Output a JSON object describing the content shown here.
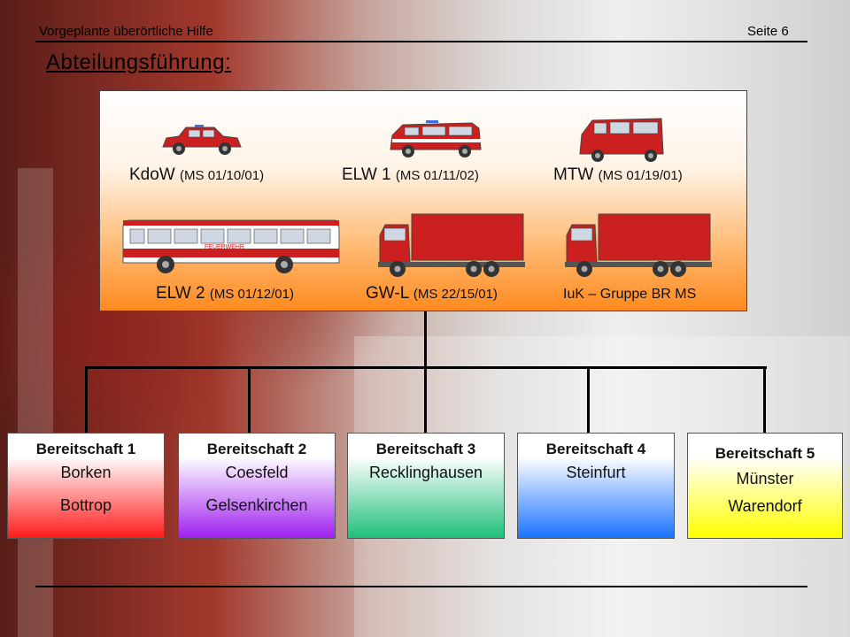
{
  "header": {
    "left": "Vorgeplante überörtliche Hilfe",
    "right": "Seite 6"
  },
  "title": "Abteilungsführung:",
  "vehicles": [
    {
      "name": "KdoW",
      "code": "(MS 01/10/01)",
      "icon": "suv-icon"
    },
    {
      "name": "ELW 1",
      "code": "(MS 01/11/02)",
      "icon": "van-icon"
    },
    {
      "name": "MTW",
      "code": "(MS 01/19/01)",
      "icon": "minibus-icon"
    },
    {
      "name": "ELW 2",
      "code": "(MS 01/12/01)",
      "icon": "bus-icon"
    },
    {
      "name": "GW-L",
      "code": "(MS  22/15/01)",
      "icon": "truck-icon"
    }
  ],
  "iuk_label": "IuK – Gruppe BR MS",
  "bus_text": "FEUERWEHR",
  "units": [
    {
      "name": "Bereitschaft 1",
      "cities": [
        "Borken",
        "Bottrop"
      ],
      "color": "#ff1a1a"
    },
    {
      "name": "Bereitschaft 2",
      "cities": [
        "Coesfeld",
        "Gelsenkirchen"
      ],
      "color": "#a020f0"
    },
    {
      "name": "Bereitschaft 3",
      "cities": [
        "Recklinghausen",
        ""
      ],
      "color": "#1fbf7a"
    },
    {
      "name": "Bereitschaft 4",
      "cities": [
        "Steinfurt",
        ""
      ],
      "color": "#1a73ff"
    },
    {
      "name": "Bereitschaft 5",
      "cities": [
        "Münster",
        "Warendorf"
      ],
      "color": "#ffff00"
    }
  ]
}
